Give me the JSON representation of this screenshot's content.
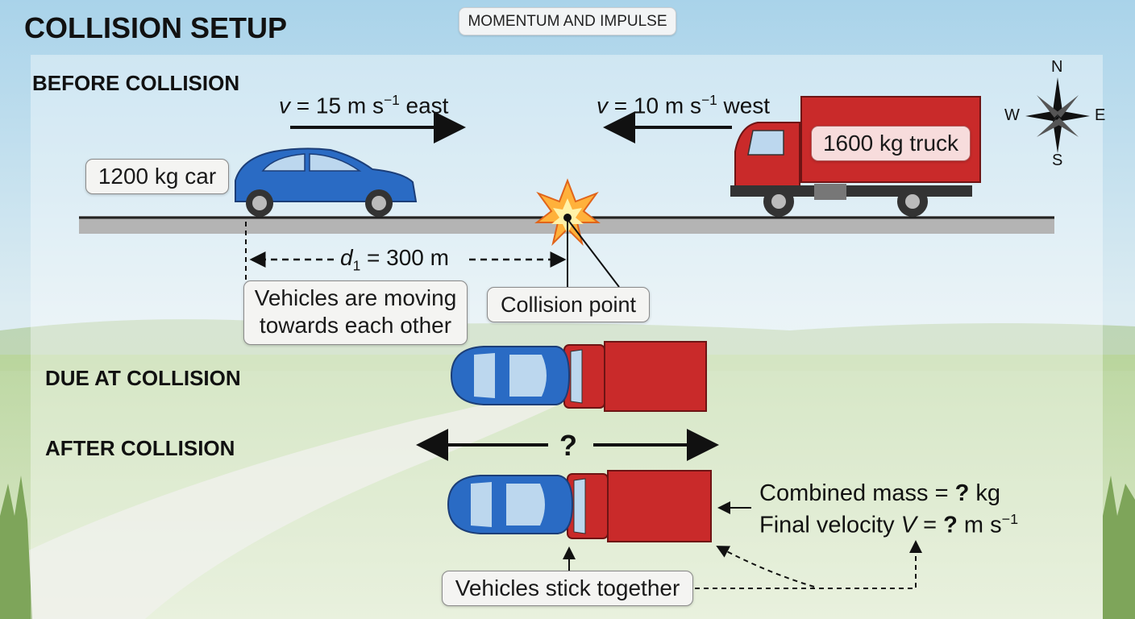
{
  "header": {
    "title": "COLLISION SETUP",
    "tag": "MOMENTUM AND IMPULSE"
  },
  "sections": {
    "before": "BEFORE COLLISION",
    "during": "DUE AT COLLISION",
    "after": "AFTER COLLISION"
  },
  "car": {
    "label": "1200 kg car",
    "velocity_symbol": "v",
    "velocity_text": " = 15 m s",
    "velocity_exp": "−1",
    "velocity_dir": " east",
    "body_color": "#2a6bc4"
  },
  "truck": {
    "label": "1600 kg truck",
    "velocity_symbol": "v",
    "velocity_text": " = 10 m s",
    "velocity_exp": "−1",
    "velocity_dir": " west",
    "body_color": "#c92a2a"
  },
  "distance": {
    "symbol": "d",
    "subscript": "1",
    "text": " = 300 m"
  },
  "notes": {
    "moving_line1": "Vehicles are moving",
    "moving_line2": "towards each other",
    "collision_point": "Collision point",
    "stick": "Vehicles stick together",
    "unknown_direction": "?"
  },
  "result": {
    "mass_prefix": "Combined mass = ",
    "mass_unknown": "?",
    "mass_unit": " kg",
    "velocity_prefix": "Final velocity ",
    "velocity_symbol": "V",
    "velocity_eq": " = ",
    "velocity_unknown": "?",
    "velocity_unit": " m s",
    "velocity_exp": "−1"
  },
  "compass": {
    "n": "N",
    "s": "S",
    "e": "E",
    "w": "W"
  }
}
